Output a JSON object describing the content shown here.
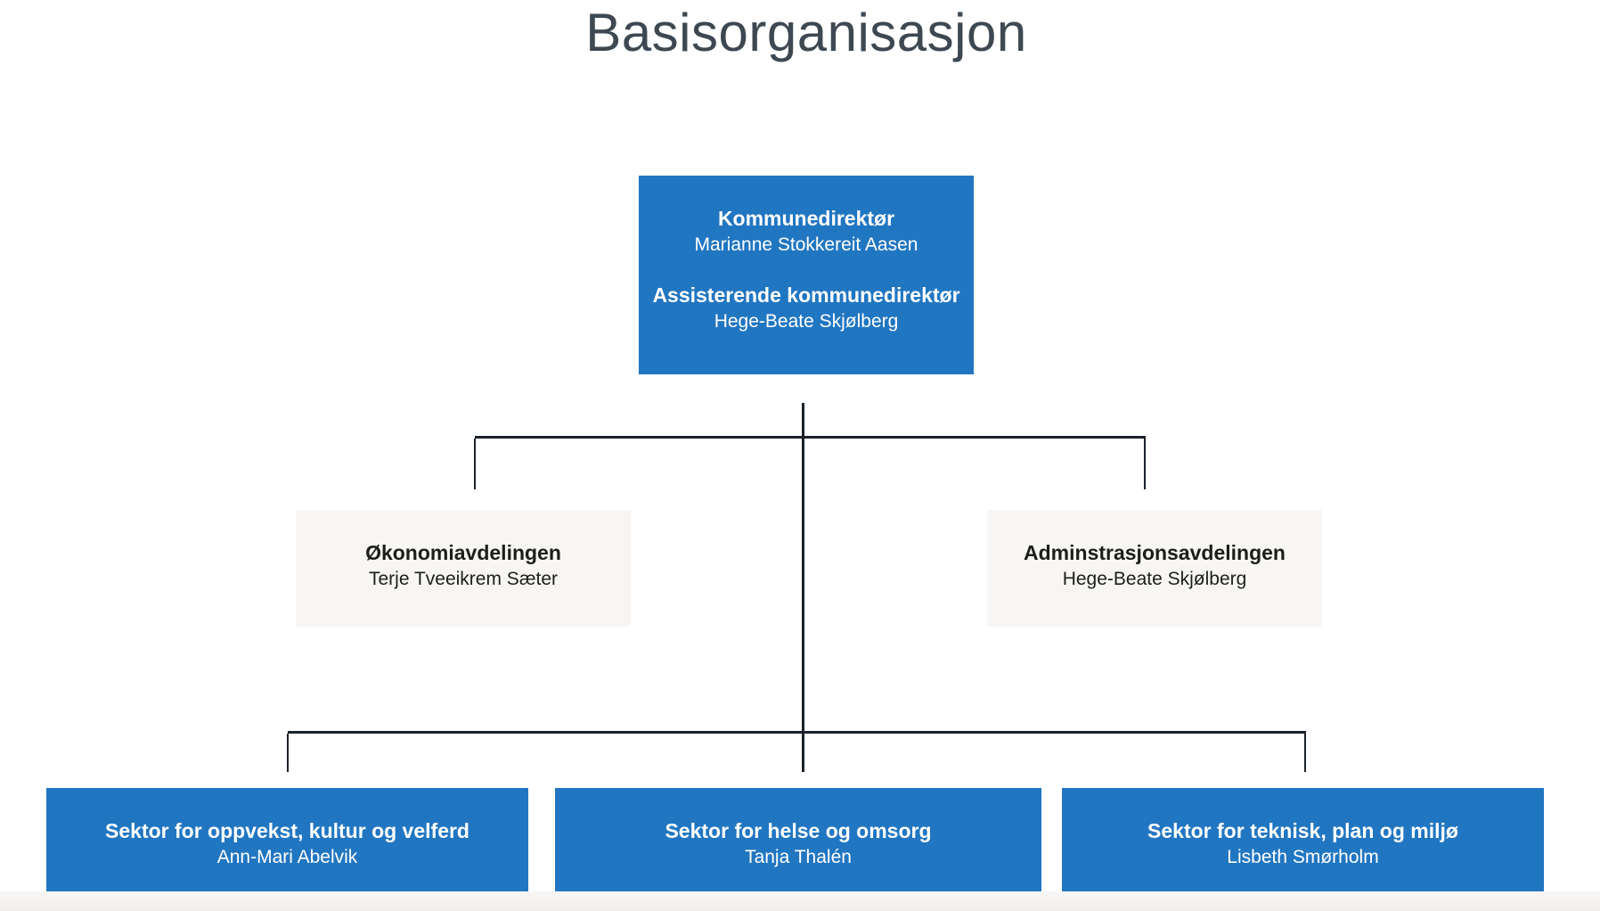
{
  "page": {
    "title": "Basisorganisasjon"
  },
  "org": {
    "root": {
      "roles": [
        {
          "title": "Kommunedirektør",
          "name": "Marianne Stokkereit Aasen"
        },
        {
          "title": "Assisterende kommunedirektør",
          "name": "Hege-Beate Skjølberg"
        }
      ]
    },
    "departments": [
      {
        "title": "Økonomiavdelingen",
        "name": "Terje Tveeikrem Sæter"
      },
      {
        "title": "Adminstrasjonsavdelingen",
        "name": "Hege-Beate Skjølberg"
      }
    ],
    "sectors": [
      {
        "title": "Sektor for oppvekst, kultur og velferd",
        "name": "Ann-Mari Abelvik"
      },
      {
        "title": "Sektor for helse og omsorg",
        "name": "Tanja Thalén"
      },
      {
        "title": "Sektor for teknisk, plan og miljø",
        "name": "Lisbeth Smørholm"
      }
    ]
  },
  "colors": {
    "node_blue": "#2176c1",
    "node_gray": "#f7f6f4",
    "node_text_light": "#ffffff",
    "node_text_dark": "#1d1d1b",
    "connector_line": "#1b222c",
    "page_title_text": "#3d4852",
    "bottom_strip": "#f1f0ee",
    "background": "#ffffff"
  }
}
